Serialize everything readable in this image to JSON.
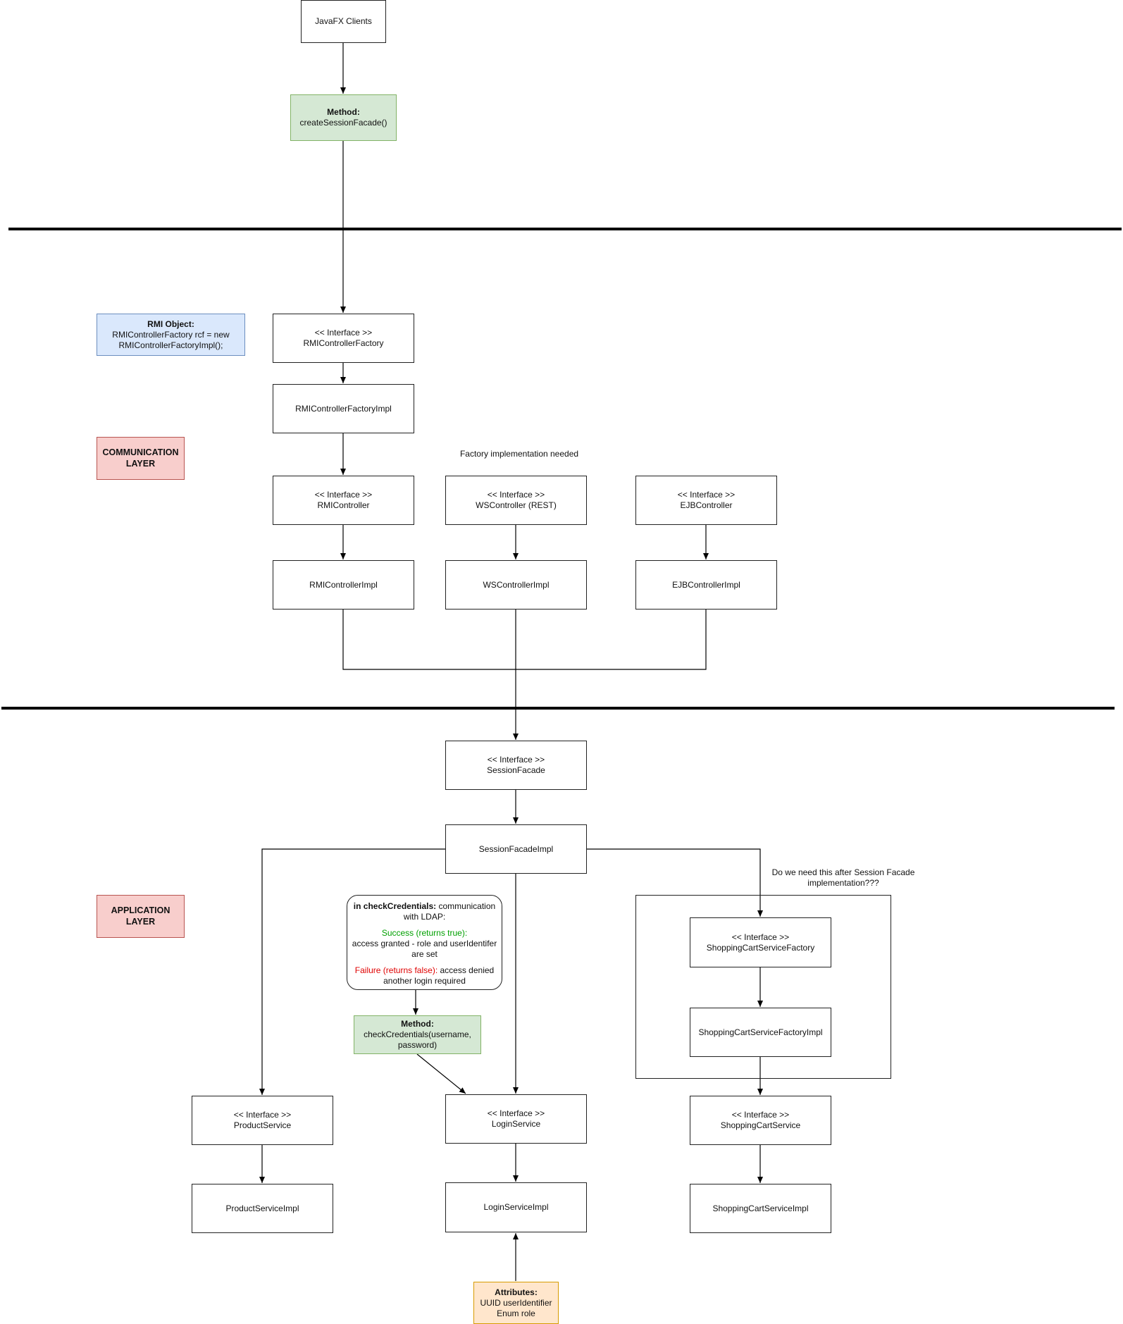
{
  "clients": {
    "label": "JavaFX Clients"
  },
  "create_method": {
    "title": "Method:",
    "text": "createSessionFacade()"
  },
  "rmi_object": {
    "title": "RMI Object:",
    "line1": "RMIControllerFactory rcf = new",
    "line2": "RMIControllerFactoryImpl();"
  },
  "layers": {
    "communication": {
      "line1": "COMMUNICATION",
      "line2": "LAYER"
    },
    "application": {
      "line1": "APPLICATION",
      "line2": "LAYER"
    }
  },
  "stereotype": "<< Interface >>",
  "communication": {
    "rmi_factory": "RMIControllerFactory",
    "rmi_factory_impl": "RMIControllerFactoryImpl",
    "factory_note": "Factory implementation needed",
    "rmi_controller": "RMIController",
    "ws_controller": "WSController (REST)",
    "ejb_controller": "EJBController",
    "rmi_impl": "RMIControllerImpl",
    "ws_impl": "WSControllerImpl",
    "ejb_impl": "EJBControllerImpl"
  },
  "application": {
    "session_facade": "SessionFacade",
    "session_facade_impl": "SessionFacadeImpl",
    "question_line1": "Do we need this after Session Facade",
    "question_line2": "implementation???",
    "cart_factory": "ShoppingCartServiceFactory",
    "cart_factory_impl": "ShoppingCartServiceFactoryImpl",
    "product_service": "ProductService",
    "product_impl": "ProductServiceImpl",
    "login_service": "LoginService",
    "login_impl": "LoginServiceImpl",
    "cart_service": "ShoppingCartService",
    "cart_impl": "ShoppingCartServiceImpl"
  },
  "check_note": {
    "bold": "in checkCredentials:",
    "rest1": " communication",
    "line2": "with LDAP:",
    "success_title": "Success (returns true):",
    "success_line1": "access granted - role and userIdentifer",
    "success_line2": "are set",
    "failure_title": "Failure (returns false):",
    "failure_rest": " access denied",
    "failure_line2": "another login required"
  },
  "check_method": {
    "title": "Method:",
    "line1": "checkCredentials(username,",
    "line2": "password)"
  },
  "attributes": {
    "title": "Attributes:",
    "line1": "UUID userIdentifier",
    "line2": "Enum role"
  }
}
